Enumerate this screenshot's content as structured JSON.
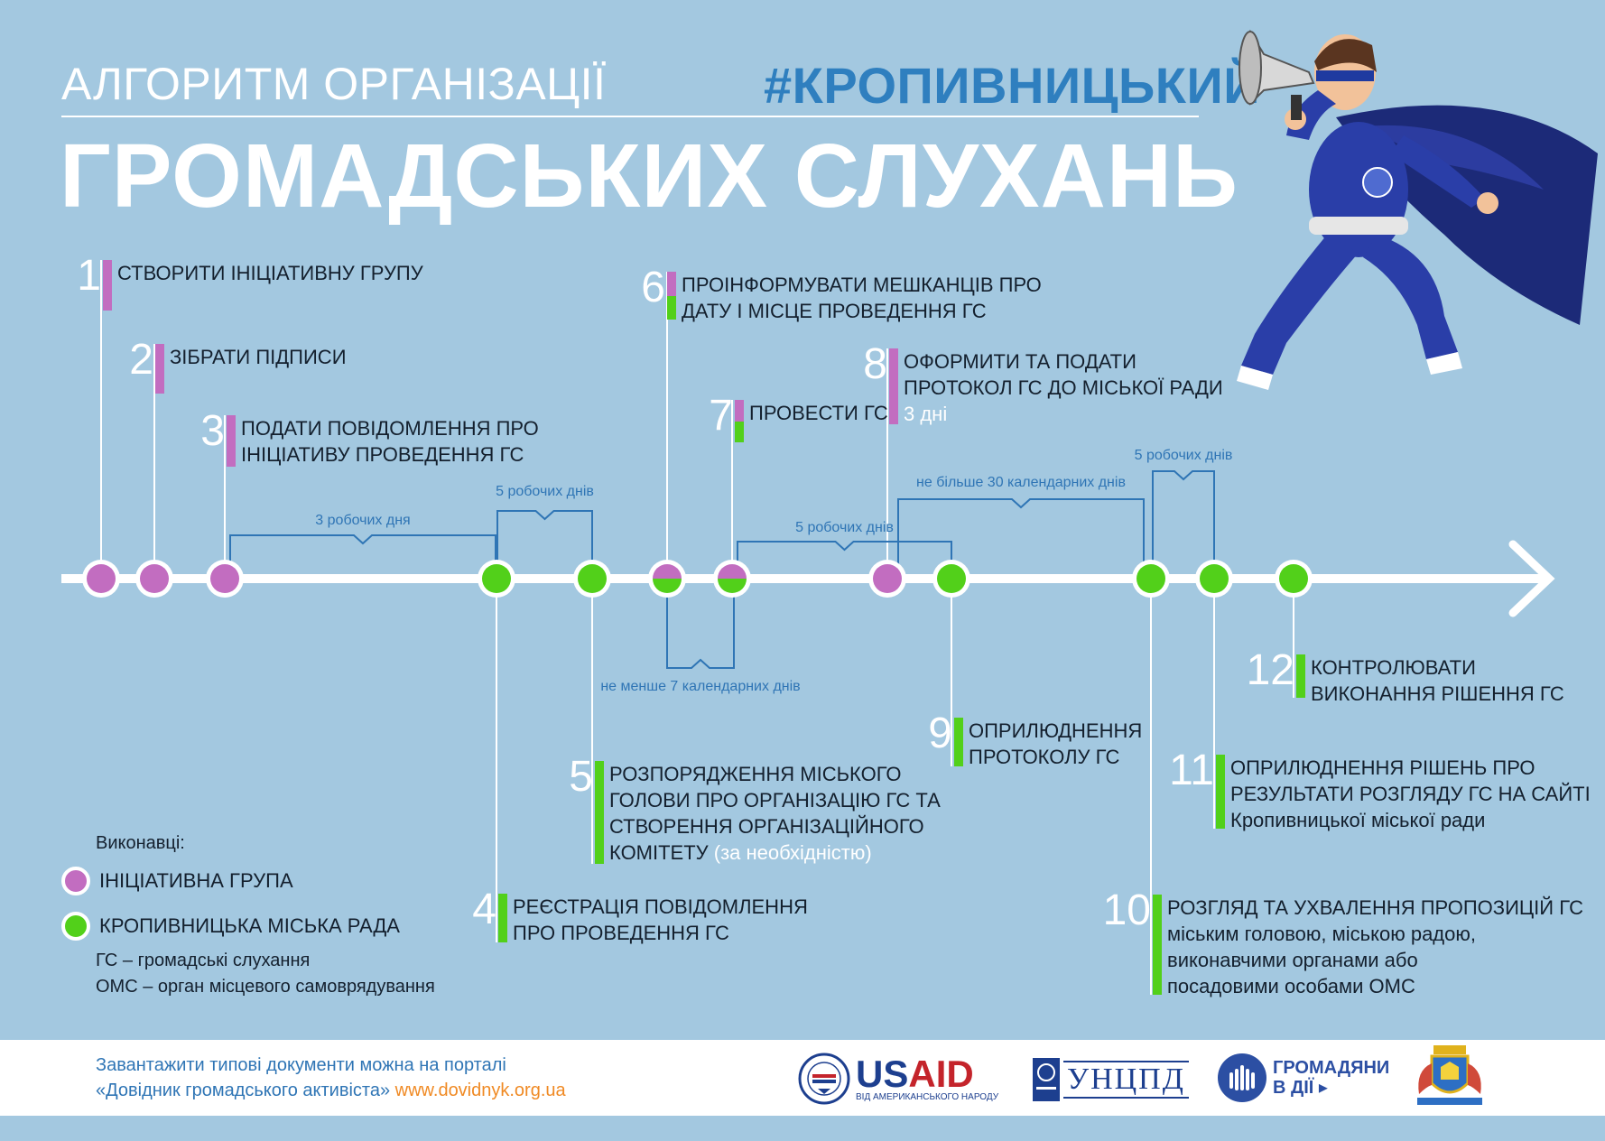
{
  "header": {
    "title_small": "АЛГОРИТМ ОРГАНІЗАЦІЇ",
    "hashtag": "#КРОПИВНИЦЬКИЙ",
    "title_big": "ГРОМАДСЬКИХ СЛУХАНЬ"
  },
  "colors": {
    "background": "#a3c8e0",
    "initiative_group": "#c26dc0",
    "city_council": "#52d01a",
    "accent_blue": "#2f75b5",
    "link_orange": "#f08a24"
  },
  "steps": [
    {
      "num": "1",
      "lines": [
        "СТВОРИТИ ІНІЦІАТИВНУ ГРУПУ"
      ],
      "sub": "",
      "executor": "initiative"
    },
    {
      "num": "2",
      "lines": [
        "ЗІБРАТИ ПІДПИСИ"
      ],
      "sub": "",
      "executor": "initiative"
    },
    {
      "num": "3",
      "lines": [
        "ПОДАТИ ПОВІДОМЛЕННЯ ПРО",
        "ІНІЦІАТИВУ ПРОВЕДЕННЯ ГС"
      ],
      "sub": "",
      "executor": "initiative"
    },
    {
      "num": "4",
      "lines": [
        "РЕЄСТРАЦІЯ ПОВІДОМЛЕННЯ",
        "ПРО ПРОВЕДЕННЯ ГС"
      ],
      "sub": "",
      "executor": "council"
    },
    {
      "num": "5",
      "lines": [
        "РОЗПОРЯДЖЕННЯ МІСЬКОГО",
        "ГОЛОВИ ПРО ОРГАНІЗАЦІЮ ГС ТА",
        "СТВОРЕННЯ ОРГАНІЗАЦІЙНОГО",
        "КОМІТЕТУ"
      ],
      "sub": " (за необхідністю)",
      "executor": "council"
    },
    {
      "num": "6",
      "lines": [
        "ПРОІНФОРМУВАТИ МЕШКАНЦІВ ПРО",
        "ДАТУ І МІСЦЕ ПРОВЕДЕННЯ ГС"
      ],
      "sub": "",
      "executor": "both"
    },
    {
      "num": "7",
      "lines": [
        "ПРОВЕСТИ ГС"
      ],
      "sub": "",
      "executor": "both"
    },
    {
      "num": "8",
      "lines": [
        "ОФОРМИТИ ТА  ПОДАТИ",
        "ПРОТОКОЛ ГС  ДО МІСЬКОЇ РАДИ"
      ],
      "sub": "3 дні",
      "executor": "initiative"
    },
    {
      "num": "9",
      "lines": [
        "ОПРИЛЮДНЕННЯ",
        "ПРОТОКОЛУ ГС"
      ],
      "sub": "",
      "executor": "council"
    },
    {
      "num": "10",
      "lines": [
        "РОЗГЛЯД ТА УХВАЛЕННЯ ПРОПОЗИЦІЙ ГС",
        "міським головою, міською радою,",
        "виконавчими органами або",
        "посадовими особами ОМС"
      ],
      "sub": "",
      "executor": "council"
    },
    {
      "num": "11",
      "lines": [
        "ОПРИЛЮДНЕННЯ РІШЕНЬ ПРО",
        "РЕЗУЛЬТАТИ РОЗГЛЯДУ ГС НА САЙТІ",
        "Кропивницької міської ради"
      ],
      "sub": "",
      "executor": "council"
    },
    {
      "num": "12",
      "lines": [
        "КОНТРОЛЮВАТИ",
        "ВИКОНАННЯ РІШЕННЯ ГС"
      ],
      "sub": "",
      "executor": "council"
    }
  ],
  "durations": [
    {
      "label": "3 робочих дня"
    },
    {
      "label": "5 робочих днів"
    },
    {
      "label": "не менше 7 календарних днів"
    },
    {
      "label": "5 робочих днів"
    },
    {
      "label": "не більше 30 календарних днів"
    },
    {
      "label": "5 робочих днів"
    }
  ],
  "legend": {
    "title": "Виконавці:",
    "initiative": "ІНІЦІАТИВНА ГРУПА",
    "council": "КРОПИВНИЦЬКА МІСЬКА РАДА",
    "abbr1": "ГС – громадські слухання",
    "abbr2": "ОМС – орган місцевого самоврядування"
  },
  "footer": {
    "line1": "Завантажити типові документи можна на порталі",
    "line2": "«Довідник громадського активіста» ",
    "link": "www.dovidnyk.org.ua",
    "usaid": "USAID",
    "usaid_sub": "ВІД АМЕРИКАНСЬКОГО НАРОДУ",
    "uncpd": "УНЦПД",
    "hromadiany_1": "ГРОМАДЯНИ",
    "hromadiany_2": "В ДІЇ ▸"
  }
}
